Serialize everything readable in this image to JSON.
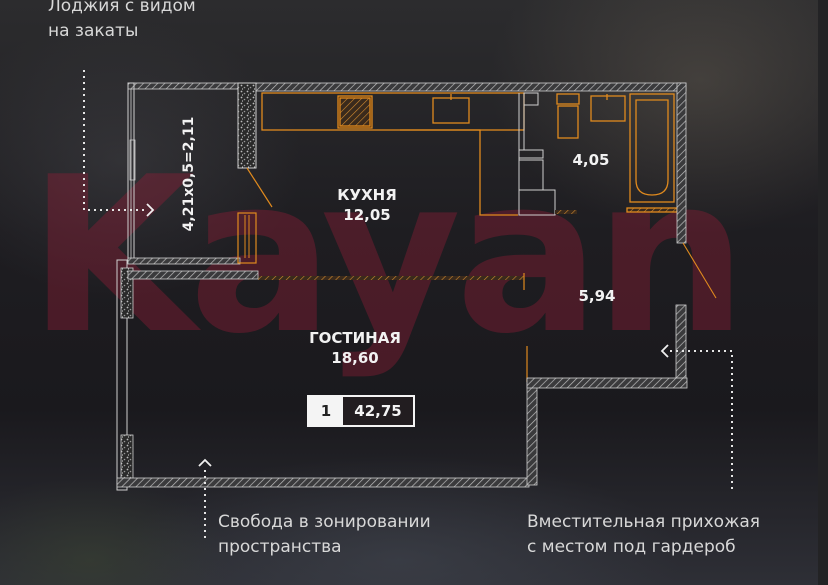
{
  "watermark": "Kayan",
  "captions": {
    "loggia_line1": "Лоджия с видом",
    "loggia_line2": "на закаты",
    "zoning_line1": "Свобода в зонировании",
    "zoning_line2": "пространства",
    "hallway_line1": "Вместительная прихожая",
    "hallway_line2": "с местом под гардероб"
  },
  "rooms": {
    "kitchen": {
      "name": "КУХНЯ",
      "area": "12,05"
    },
    "living": {
      "name": "ГОСТИНАЯ",
      "area": "18,60"
    },
    "bathroom": {
      "area": "4,05"
    },
    "hallway": {
      "area": "5,94"
    },
    "loggia": {
      "dimension": "4,21x0,5=2,11"
    }
  },
  "summary": {
    "room_count": "1",
    "total_area": "42,75"
  },
  "colors": {
    "wall": "#cfcfcf",
    "fixture": "#e08a1e",
    "watermark": "#961e37",
    "text": "#f2f2f2"
  }
}
